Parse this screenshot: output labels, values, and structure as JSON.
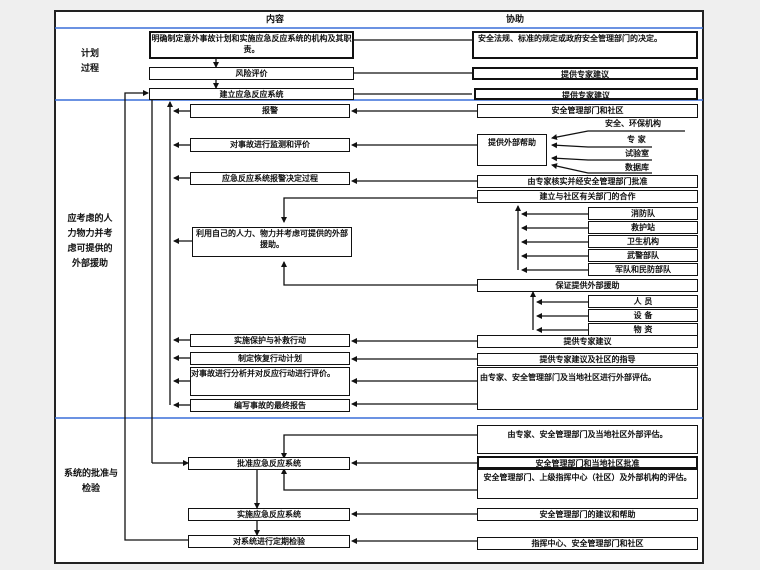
{
  "header": {
    "content_col": "内容",
    "assist_col": "协助"
  },
  "phases": [
    {
      "label": "计划\n过程"
    },
    {
      "label": "应考虑的人\n力物力并考\n虑可提供的\n外部援助"
    },
    {
      "label": "系统的批准与\n检验"
    }
  ],
  "content_steps": [
    "明确制定意外事故计划和实施应急反应系统的机构及其职责。",
    "风险评价",
    "建立应急反应系统",
    "报警",
    "对事故进行监测和评价",
    "应急反应系统报警决定过程",
    "利用自己的人力、物力并考虑可提供的外部援助。",
    "实施保护与补救行动",
    "制定恢复行动计划",
    "对事故进行分析并对反应行动进行评价。",
    "编写事故的最终报告",
    "批准应急反应系统",
    "实施应急反应系统",
    "对系统进行定期检验"
  ],
  "assist_steps": [
    "安全法规、标准的规定或政府安全管理部门的决定。",
    "提供专家建议",
    "提供专家建议",
    "安全管理部门和社区",
    "提供外部帮助",
    "由专家核实并经安全管理部门批准",
    "建立与社区有关部门的合作",
    "保证提供外部援助",
    "提供专家建议",
    "提供专家建议及社区的指导",
    "由专家、安全管理部门及当地社区进行外部评估。",
    "由专家、安全管理部门及当地社区外部评估。",
    "安全管理部门和当地社区批准",
    "安全管理部门、上级指挥中心（社区）及外部机构的评估。",
    "安全管理部门的建议和帮助",
    "指挥中心、安全管理部门和社区"
  ],
  "external_help_sources": [
    "安全、环保机构",
    "专  家",
    "试验室",
    "数据库"
  ],
  "community_units": [
    "消防队",
    "救护站",
    "卫生机构",
    "武警部队",
    "军队和民防部队"
  ],
  "external_resources": [
    "人  员",
    "设  备",
    "物  资"
  ],
  "colors": {
    "divider": "#3a6fd8",
    "line": "#111111",
    "frame_bg": "#ffffff",
    "page_bg": "#efefef"
  }
}
